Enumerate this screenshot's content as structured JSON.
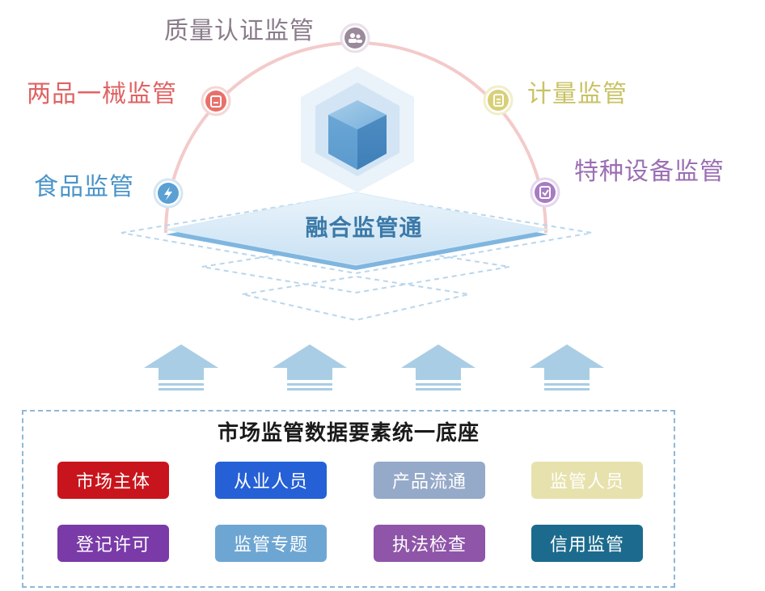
{
  "hub": {
    "title": "融合监管通"
  },
  "regulators": [
    {
      "label": "质量认证监管",
      "icon": "users-icon",
      "color": "#8a7c8a",
      "node": "#9b8a9b"
    },
    {
      "label": "两品一械监管",
      "icon": "clipboard-icon",
      "color": "#e06363",
      "node": "#e8706a"
    },
    {
      "label": "食品监管",
      "icon": "lightning-icon",
      "color": "#4b94c9",
      "node": "#5aa0d4"
    },
    {
      "label": "计量监管",
      "icon": "document-icon",
      "color": "#c9c265",
      "node": "#d8d078"
    },
    {
      "label": "特种设备监管",
      "icon": "checklist-icon",
      "color": "#9b6fb3",
      "node": "#a77cc2"
    }
  ],
  "base": {
    "title": "市场监管数据要素统一底座",
    "tiles": [
      {
        "label": "市场主体",
        "color": "#c8141c"
      },
      {
        "label": "从业人员",
        "color": "#2560d6"
      },
      {
        "label": "产品流通",
        "color": "#95a9c8"
      },
      {
        "label": "监管人员",
        "color": "#e7e2ad"
      },
      {
        "label": "登记许可",
        "color": "#7a3aa8"
      },
      {
        "label": "监管专题",
        "color": "#6ea6d3"
      },
      {
        "label": "执法检查",
        "color": "#8e55a8"
      },
      {
        "label": "信用监管",
        "color": "#1c6b8e"
      }
    ]
  },
  "colors": {
    "arc": "#f3c9c9",
    "arrow": "#a8cde6",
    "accent": "#3b79a8"
  }
}
